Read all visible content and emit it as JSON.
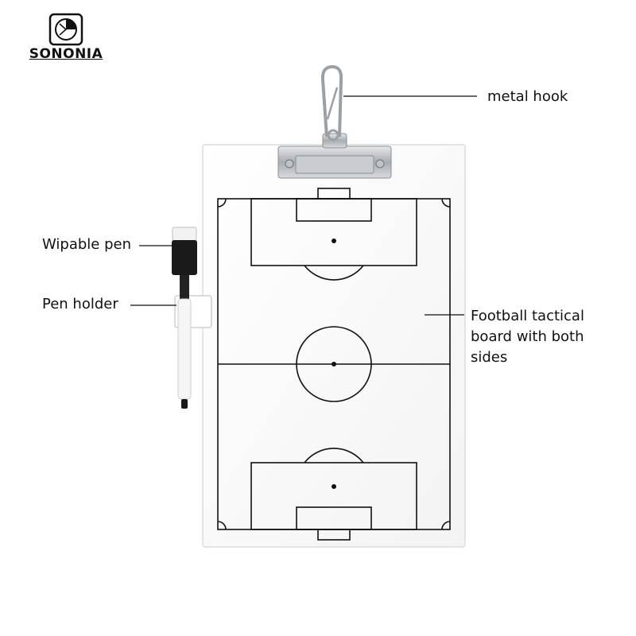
{
  "brand": {
    "name": "SONONIA",
    "icon": "soccer-ball-icon"
  },
  "callouts": {
    "metal_hook": "metal hook",
    "wipable_pen": "Wipable pen",
    "pen_holder": "Pen holder",
    "board_line1": "Football tactical",
    "board_line2": "board with both",
    "board_line3": "sides"
  },
  "colors": {
    "board": "#ffffff",
    "lines": "#111111",
    "clip_metal": "#b8bcc0",
    "pen_body": "#f4f4f4",
    "pen_cap": "#1a1a1a"
  }
}
